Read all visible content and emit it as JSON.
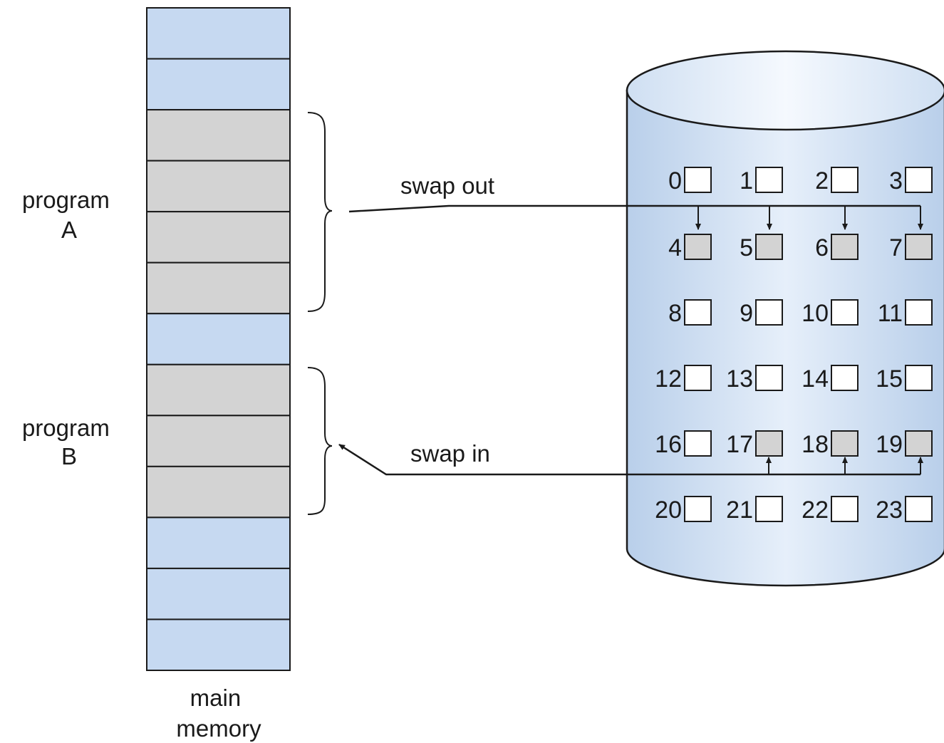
{
  "labels": {
    "program_a": [
      "program",
      "A"
    ],
    "program_b": [
      "program",
      "B"
    ],
    "main_memory": [
      "main",
      "memory"
    ],
    "swap_out": "swap out",
    "swap_in": "swap in"
  },
  "memory": {
    "frames": [
      "free",
      "free",
      "A",
      "A",
      "A",
      "A",
      "free",
      "B",
      "B",
      "B",
      "free",
      "free",
      "free"
    ]
  },
  "disk": {
    "blocks": [
      {
        "n": "0",
        "used": false
      },
      {
        "n": "1",
        "used": false
      },
      {
        "n": "2",
        "used": false
      },
      {
        "n": "3",
        "used": false
      },
      {
        "n": "4",
        "used": true
      },
      {
        "n": "5",
        "used": true
      },
      {
        "n": "6",
        "used": true
      },
      {
        "n": "7",
        "used": true
      },
      {
        "n": "8",
        "used": false
      },
      {
        "n": "9",
        "used": false
      },
      {
        "n": "10",
        "used": false
      },
      {
        "n": "11",
        "used": false
      },
      {
        "n": "12",
        "used": false
      },
      {
        "n": "13",
        "used": false
      },
      {
        "n": "14",
        "used": false
      },
      {
        "n": "15",
        "used": false
      },
      {
        "n": "16",
        "used": false
      },
      {
        "n": "17",
        "used": true
      },
      {
        "n": "18",
        "used": true
      },
      {
        "n": "19",
        "used": true
      },
      {
        "n": "20",
        "used": false
      },
      {
        "n": "21",
        "used": false
      },
      {
        "n": "22",
        "used": false
      },
      {
        "n": "23",
        "used": false
      }
    ]
  },
  "colors": {
    "free_frame": "#c6d9f1",
    "program_frame": "#d3d3d3",
    "disk_block_used": "#d3d3d3",
    "disk_block_free": "#ffffff",
    "outline": "#1a1a1a"
  }
}
